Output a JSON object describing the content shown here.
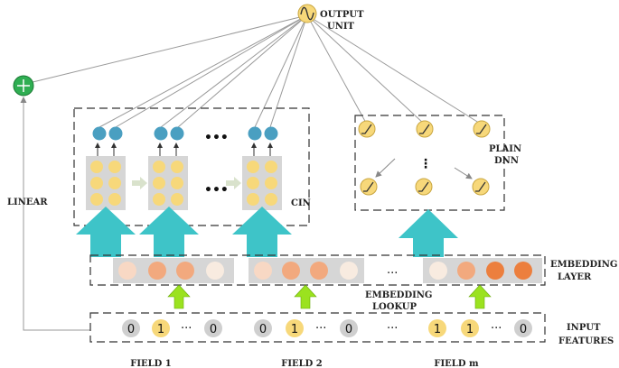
{
  "labels": {
    "output_l1": "OUTPUT",
    "output_l2": "UNIT",
    "linear": "LINEAR",
    "cin": "CIN",
    "plain_dnn_l1": "PLAIN",
    "plain_dnn_l2": "DNN",
    "embedding_layer_l1": "EMBEDDING",
    "embedding_layer_l2": "LAYER",
    "embedding_lookup_l1": "EMBEDDING",
    "embedding_lookup_l2": "LOOKUP",
    "input_features_l1": "INPUT",
    "input_features_l2": "FEATURES",
    "field_1": "FIELD 1",
    "field_2": "FIELD 2",
    "field_m": "FIELD m",
    "ellipsis": "...",
    "ellipsis_cdot": "···",
    "ellipsis_bold": "•••",
    "vdots": "⋮"
  },
  "input_values": {
    "field1": [
      "0",
      "1",
      "0"
    ],
    "field2": [
      "0",
      "1",
      "0"
    ],
    "fieldm": [
      "1",
      "1",
      "0"
    ]
  },
  "colors": {
    "yellow_node": "#f7d87a",
    "blue_node": "#4a9fc1",
    "teal_arrow": "#3ec4c8",
    "green_arrow": "#9be21f",
    "sum_node": "#2fae52",
    "grey_circle": "#cfcfcf",
    "embed_light": "#f8d8c4",
    "embed_mid": "#f2a97e",
    "embed_dark": "#ec7f3e",
    "feature_map_bg": "#d6d6d6"
  }
}
